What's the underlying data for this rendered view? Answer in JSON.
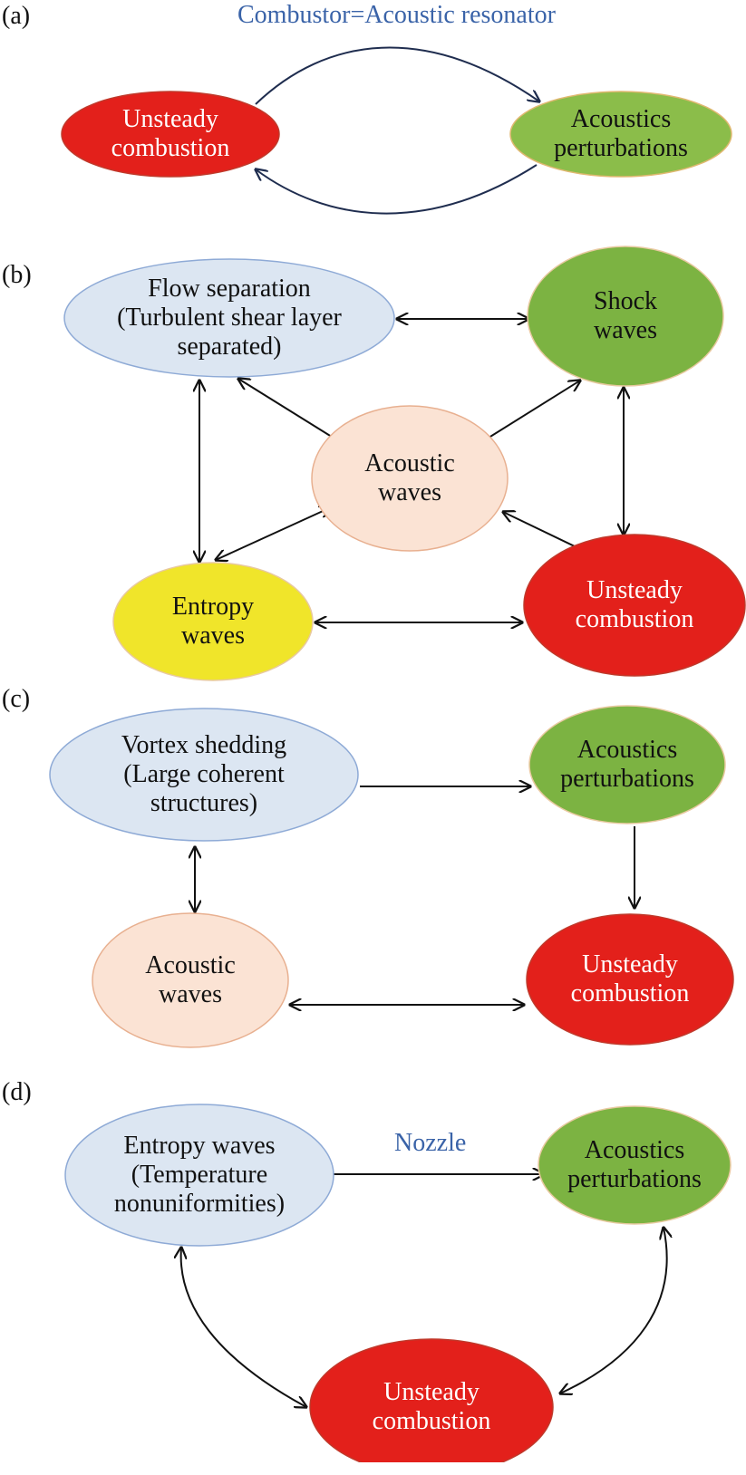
{
  "figure": {
    "panels": [
      {
        "label": "(a)",
        "caption": "Combustor=Acoustic resonator",
        "nodes": [
          {
            "id": "a-unsteady",
            "text": "Unsteady\ncombustion",
            "fill": "#e3201b",
            "stroke": "#c0392b",
            "text_color": "#ffffff"
          },
          {
            "id": "a-acoustics",
            "text": "Acoustics\nperturbations",
            "fill": "#8bbd4a",
            "stroke": "#e0b870",
            "text_color": "#111111"
          }
        ],
        "edges": [
          {
            "from": "a-unsteady",
            "to": "a-acoustics",
            "type": "directed"
          },
          {
            "from": "a-acoustics",
            "to": "a-unsteady",
            "type": "directed"
          }
        ]
      },
      {
        "label": "(b)",
        "nodes": [
          {
            "id": "b-flow",
            "text": "Flow separation\n(Turbulent shear layer\nseparated)",
            "fill": "#dce6f2",
            "stroke": "#8eaad6",
            "text_color": "#111111"
          },
          {
            "id": "b-shock",
            "text": "Shock\nwaves",
            "fill": "#7cb342",
            "stroke": "#e8c9a0",
            "text_color": "#111111"
          },
          {
            "id": "b-acoustic",
            "text": "Acoustic\nwaves",
            "fill": "#fbe3d4",
            "stroke": "#e8b090",
            "text_color": "#111111"
          },
          {
            "id": "b-entropy",
            "text": "Entropy\nwaves",
            "fill": "#f0e52a",
            "stroke": "#e8c9a0",
            "text_color": "#111111"
          },
          {
            "id": "b-unsteady",
            "text": "Unsteady\ncombustion",
            "fill": "#e3201b",
            "stroke": "#c0392b",
            "text_color": "#ffffff"
          }
        ],
        "edges": [
          {
            "from": "b-flow",
            "to": "b-shock",
            "type": "bidirectional"
          },
          {
            "from": "b-flow",
            "to": "b-acoustic",
            "type": "bidirectional"
          },
          {
            "from": "b-flow",
            "to": "b-entropy",
            "type": "bidirectional"
          },
          {
            "from": "b-shock",
            "to": "b-acoustic",
            "type": "bidirectional"
          },
          {
            "from": "b-shock",
            "to": "b-unsteady",
            "type": "bidirectional"
          },
          {
            "from": "b-acoustic",
            "to": "b-entropy",
            "type": "bidirectional"
          },
          {
            "from": "b-acoustic",
            "to": "b-unsteady",
            "type": "bidirectional"
          },
          {
            "from": "b-entropy",
            "to": "b-unsteady",
            "type": "bidirectional"
          }
        ]
      },
      {
        "label": "(c)",
        "nodes": [
          {
            "id": "c-vortex",
            "text": "Vortex shedding\n(Large coherent\nstructures)",
            "fill": "#dce6f2",
            "stroke": "#8eaad6",
            "text_color": "#111111"
          },
          {
            "id": "c-acoustics",
            "text": "Acoustics\nperturbations",
            "fill": "#7cb342",
            "stroke": "#e8c9a0",
            "text_color": "#111111"
          },
          {
            "id": "c-acoustic",
            "text": "Acoustic\nwaves",
            "fill": "#fbe3d4",
            "stroke": "#e8b090",
            "text_color": "#111111"
          },
          {
            "id": "c-unsteady",
            "text": "Unsteady\ncombustion",
            "fill": "#e3201b",
            "stroke": "#c0392b",
            "text_color": "#ffffff"
          }
        ],
        "edges": [
          {
            "from": "c-vortex",
            "to": "c-acoustics",
            "type": "directed"
          },
          {
            "from": "c-vortex",
            "to": "c-acoustic",
            "type": "bidirectional"
          },
          {
            "from": "c-acoustics",
            "to": "c-unsteady",
            "type": "directed"
          },
          {
            "from": "c-acoustic",
            "to": "c-unsteady",
            "type": "bidirectional"
          }
        ]
      },
      {
        "label": "(d)",
        "caption": "Nozzle",
        "nodes": [
          {
            "id": "d-entropy",
            "text": "Entropy waves\n(Temperature\nnonuniformities)",
            "fill": "#dce6f2",
            "stroke": "#8eaad6",
            "text_color": "#111111"
          },
          {
            "id": "d-acoustics",
            "text": "Acoustics\nperturbations",
            "fill": "#7cb342",
            "stroke": "#e8c9a0",
            "text_color": "#111111"
          },
          {
            "id": "d-unsteady",
            "text": "Unsteady\ncombustion",
            "fill": "#e3201b",
            "stroke": "#c0392b",
            "text_color": "#ffffff"
          }
        ],
        "edges": [
          {
            "from": "d-entropy",
            "to": "d-acoustics",
            "type": "directed"
          },
          {
            "from": "d-entropy",
            "to": "d-unsteady",
            "type": "bidirectional"
          },
          {
            "from": "d-acoustics",
            "to": "d-unsteady",
            "type": "bidirectional"
          }
        ]
      }
    ]
  }
}
